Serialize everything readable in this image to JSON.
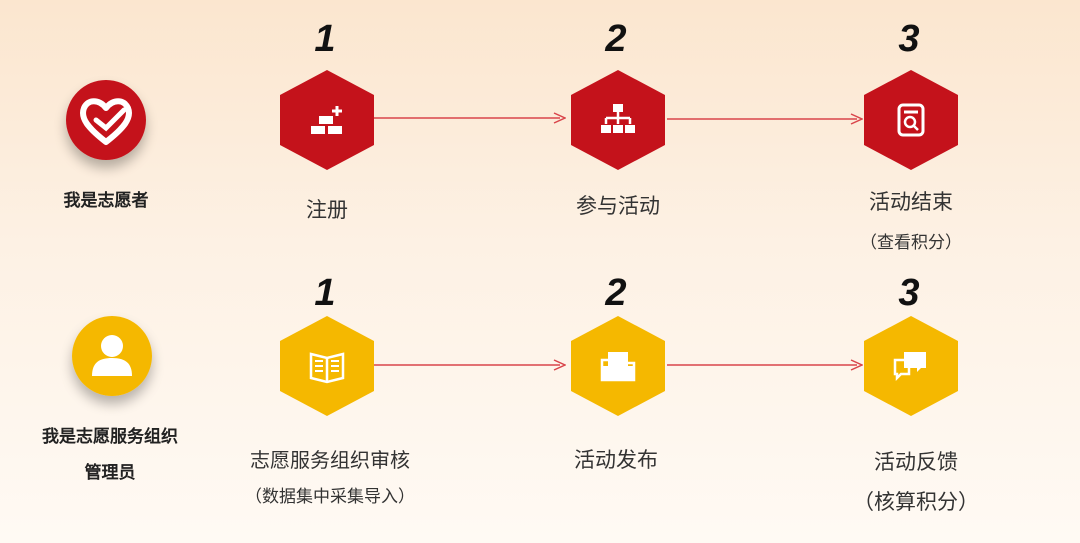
{
  "rows": [
    {
      "role_label": "我是志愿者",
      "color": "#c4121b",
      "role_icon": "heart-hand-icon",
      "steps": [
        {
          "number": "1",
          "label": "注册",
          "sub": "",
          "icon": "gold-bars-plus-icon"
        },
        {
          "number": "2",
          "label": "参与活动",
          "sub": "",
          "icon": "org-chart-icon"
        },
        {
          "number": "3",
          "label": "活动结束",
          "sub": "（查看积分）",
          "icon": "document-search-icon"
        }
      ]
    },
    {
      "role_label_line1": "我是志愿服务组织",
      "role_label_line2": "管理员",
      "color": "#f5b800",
      "role_icon": "person-silhouette-icon",
      "steps": [
        {
          "number": "1",
          "label": "志愿服务组织审核",
          "sub": "（数据集中采集导入）",
          "icon": "open-book-icon"
        },
        {
          "number": "2",
          "label": "活动发布",
          "sub": "",
          "icon": "folder-icon"
        },
        {
          "number": "3",
          "label": "活动反馈",
          "sub": "（核算积分）",
          "icon": "chat-bubbles-icon"
        }
      ]
    }
  ],
  "arrow_color": "#d9444a"
}
